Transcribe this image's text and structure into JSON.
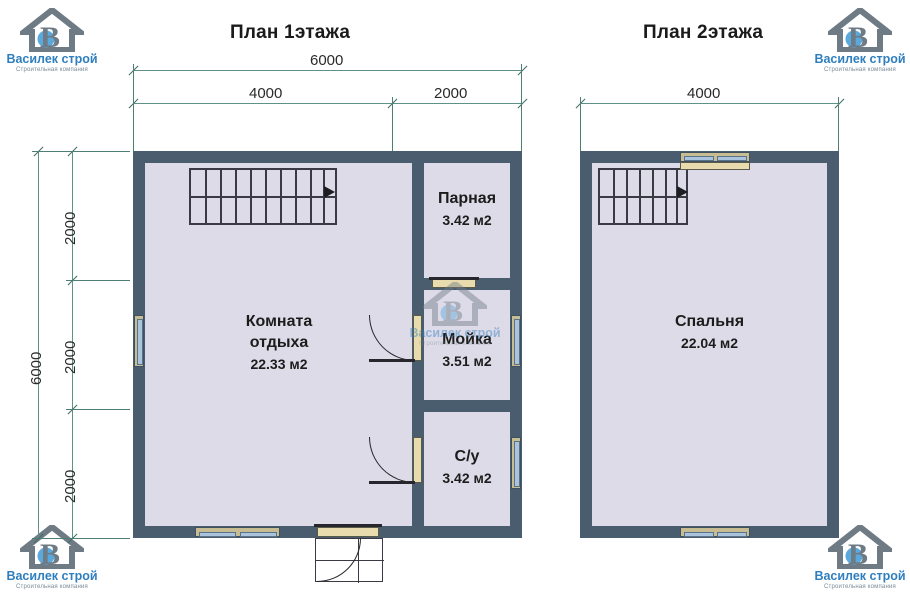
{
  "brand": {
    "name": "Василек строй",
    "tagline": "Строительная компания",
    "accent_color": "#2f7fbf",
    "mark_color": "#6e7b85"
  },
  "plans": [
    {
      "id": "floor-1",
      "title": "План 1этажа",
      "top_dimensions": {
        "total": "6000",
        "segments": [
          "4000",
          "2000"
        ]
      },
      "left_dimensions": {
        "total": "6000",
        "segments": [
          "2000",
          "2000",
          "2000"
        ]
      },
      "rooms": [
        {
          "key": "komnata-otdyha",
          "name_line1": "Комната",
          "name_line2": "отдыха",
          "area": "22.33 м2"
        },
        {
          "key": "parnaya",
          "name_line1": "Парная",
          "name_line2": "",
          "area": "3.42 м2"
        },
        {
          "key": "moyka",
          "name_line1": "Мойка",
          "name_line2": "",
          "area": "3.51 м2"
        },
        {
          "key": "sanuzel",
          "name_line1": "С/у",
          "name_line2": "",
          "area": "3.42 м2"
        }
      ]
    },
    {
      "id": "floor-2",
      "title": "План 2этажа",
      "top_dimensions": {
        "total": "4000",
        "segments": []
      },
      "rooms": [
        {
          "key": "spalnya",
          "name_line1": "Спальня",
          "name_line2": "",
          "area": "22.04 м2"
        }
      ]
    }
  ],
  "icons": {
    "stair_arrow": "stair-direction-arrow",
    "door_swing": "door-swing-arc",
    "window": "window-symbol"
  },
  "colors": {
    "wall": "#4a5d6e",
    "room_fill": "#dedbe8",
    "dimension": "#5f9286",
    "window_frame": "#c8bd92",
    "window_glass": "#a9c4dc",
    "door_leaf": "#e8dcae",
    "text": "#1c1c1c"
  }
}
